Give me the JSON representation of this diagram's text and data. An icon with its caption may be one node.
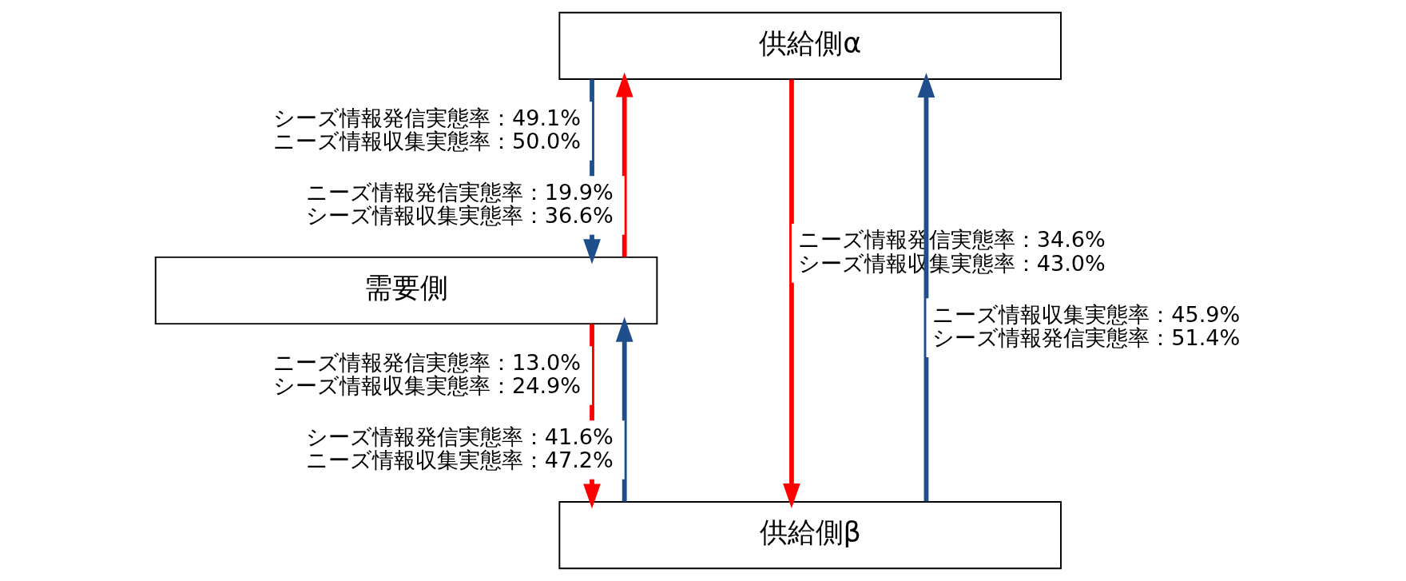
{
  "diagram": {
    "nodes": [
      {
        "text": [
          "供給側α"
        ]
      },
      {
        "text": [
          "需要側"
        ]
      },
      {
        "text": [
          "供給側β"
        ]
      }
    ],
    "edges": [
      {
        "from": 0,
        "to": 2,
        "arrow": "to",
        "color": "#ff0000",
        "label": "ニーズ情報発信実態率：34.6% シーズ情報収集実態率：43.0%"
      },
      {
        "from": 2,
        "to": 0,
        "arrow": "to",
        "color": "#1f4e8c",
        "label": "ニーズ情報収集実態率：45.9% シーズ情報発信実態率：51.4%"
      },
      {
        "from": 0,
        "to": 1,
        "arrow": "to",
        "color": "#1f4e8c",
        "label": "シーズ情報発信実態率：49.1% ニーズ情報収集実態率：50.0%"
      },
      {
        "from": 1,
        "to": 0,
        "arrow": "to",
        "color": "#ff0000",
        "label": "ニーズ情報発信実態率：19.9% シーズ情報収集実態率：36.6%"
      },
      {
        "from": 2,
        "to": 1,
        "arrow": "to",
        "color": "#1f4e8c",
        "label": "シーズ情報発信実態率：41.6% ニーズ情報収集実態率：47.2%"
      },
      {
        "from": 1,
        "to": 2,
        "arrow": "to",
        "color": "#ff0000",
        "label": "ニーズ情報発信実態率：13.0% シーズ情報収集実態率：24.9%"
      }
    ]
  }
}
